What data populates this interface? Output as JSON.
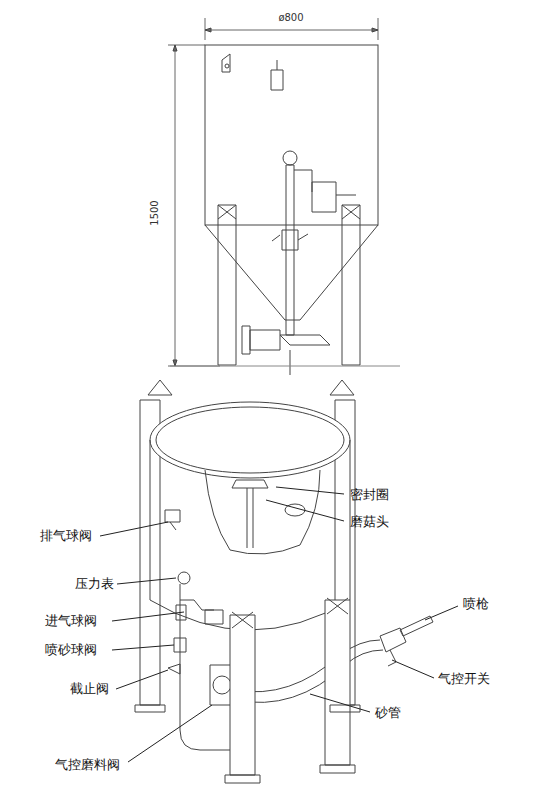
{
  "diagram": {
    "labels": [
      "ø800",
      "1500",
      "密封圈",
      "磨菇头",
      "排气球阀",
      "压力表",
      "喷枪",
      "进气球阀",
      "喷砂球阀",
      "截止阀",
      "气控开关",
      "砂管",
      "气控磨料阀"
    ]
  }
}
